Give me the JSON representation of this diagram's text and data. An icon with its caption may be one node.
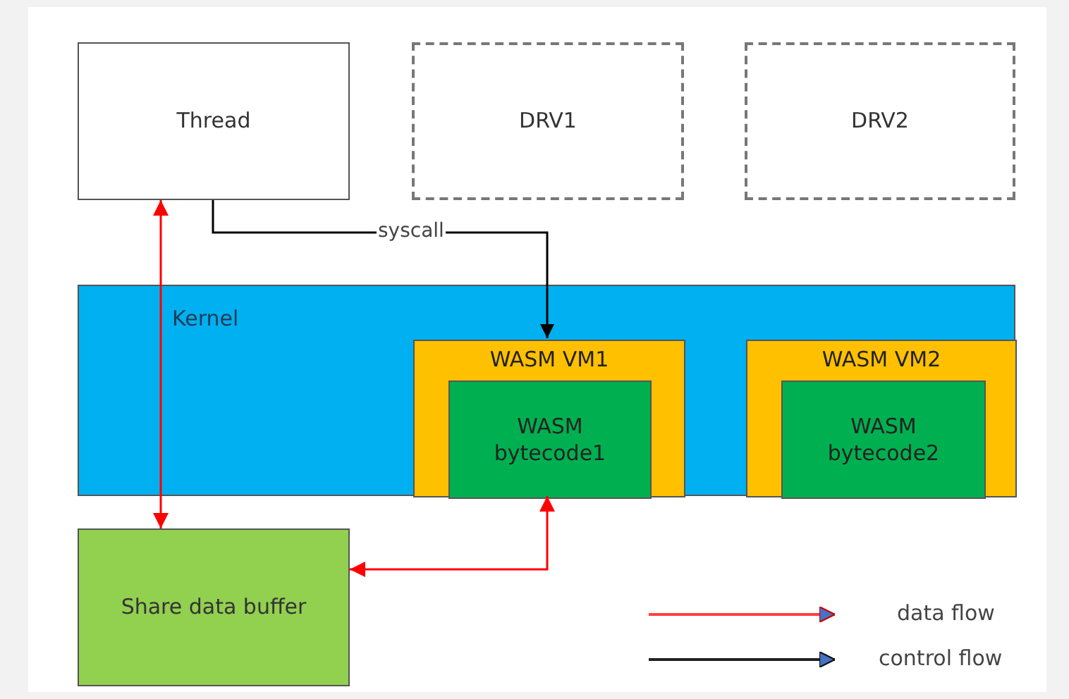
{
  "diagram": {
    "nodes": [
      {
        "text": [
          "Thread"
        ]
      },
      {
        "text": [
          "DRV1"
        ]
      },
      {
        "text": [
          "DRV2"
        ]
      },
      {
        "text": [
          "Kernel"
        ]
      },
      {
        "text": [
          "WASM VM1"
        ],
        "in": 3
      },
      {
        "text": [
          "WASM bytecode1"
        ],
        "in": 4
      },
      {
        "text": [
          "WASM VM2"
        ],
        "in": 3
      },
      {
        "text": [
          "WASM bytecode2"
        ],
        "in": 6
      },
      {
        "text": [
          "Share data buffer"
        ]
      }
    ],
    "edges": [
      {
        "from": 0,
        "to": 4,
        "arrow": "to",
        "label": "syscall",
        "color": "#000000"
      },
      {
        "from": 0,
        "to": 8,
        "arrow": "both",
        "color": "#ff0000"
      },
      {
        "from": 8,
        "to": 5,
        "arrow": "both",
        "color": "#ff0000"
      }
    ],
    "legend": [
      {
        "text": "data flow"
      },
      {
        "text": "control flow"
      }
    ]
  }
}
